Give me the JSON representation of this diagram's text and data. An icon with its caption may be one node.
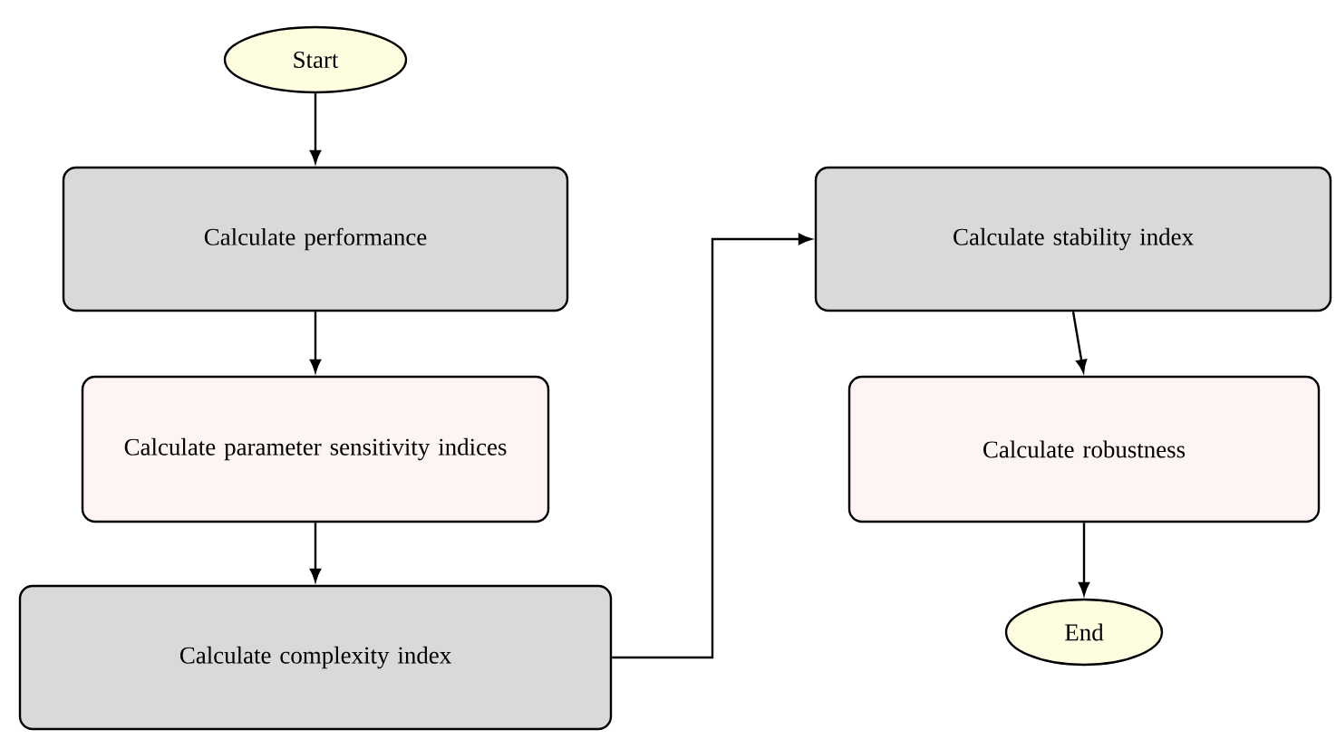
{
  "diagram": {
    "nodes": [
      {
        "text": [
          "Start"
        ]
      },
      {
        "text": [
          "Calculate performance"
        ]
      },
      {
        "text": [
          "Calculate parameter sensitivity indices"
        ]
      },
      {
        "text": [
          "Calculate complexity index"
        ]
      },
      {
        "text": [
          "Calculate stability index"
        ]
      },
      {
        "text": [
          "Calculate robustness"
        ]
      },
      {
        "text": [
          "End"
        ]
      }
    ],
    "edges": [
      {
        "from": 0,
        "to": 1,
        "arrow": "to"
      },
      {
        "from": 1,
        "to": 2,
        "arrow": "to"
      },
      {
        "from": 2,
        "to": 3,
        "arrow": "to"
      },
      {
        "from": 3,
        "to": 4,
        "arrow": "to"
      },
      {
        "from": 4,
        "to": 5,
        "arrow": "to"
      },
      {
        "from": 5,
        "to": 6,
        "arrow": "to"
      }
    ]
  }
}
